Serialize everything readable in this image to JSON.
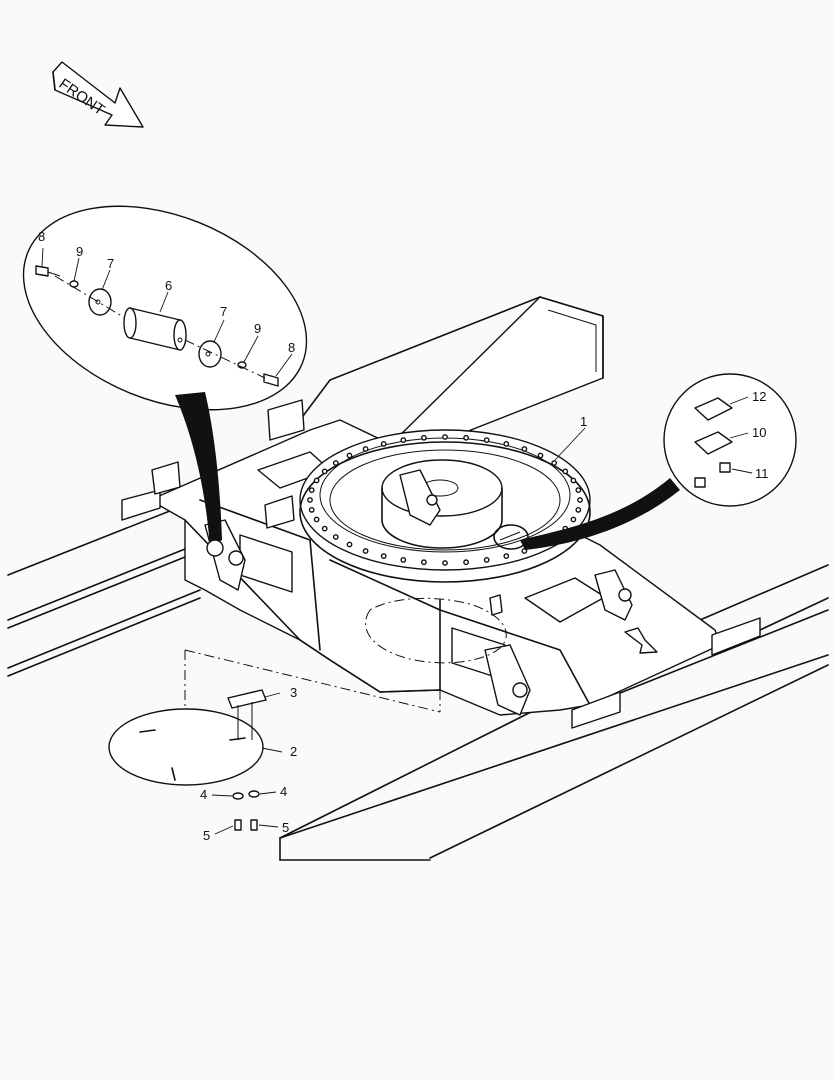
{
  "front_indicator": {
    "text": "FRONT"
  },
  "callouts": [
    {
      "id": "c1",
      "text": "1"
    },
    {
      "id": "c2",
      "text": "2"
    },
    {
      "id": "c3",
      "text": "3"
    },
    {
      "id": "c4a",
      "text": "4"
    },
    {
      "id": "c4b",
      "text": "4"
    },
    {
      "id": "c5a",
      "text": "5"
    },
    {
      "id": "c5b",
      "text": "5"
    },
    {
      "id": "c6",
      "text": "6"
    },
    {
      "id": "c7a",
      "text": "7"
    },
    {
      "id": "c7b",
      "text": "7"
    },
    {
      "id": "c8a",
      "text": "8"
    },
    {
      "id": "c8b",
      "text": "8"
    },
    {
      "id": "c9a",
      "text": "9"
    },
    {
      "id": "c9b",
      "text": "9"
    },
    {
      "id": "c10",
      "text": "10"
    },
    {
      "id": "c11",
      "text": "11"
    },
    {
      "id": "c12",
      "text": "12"
    }
  ]
}
